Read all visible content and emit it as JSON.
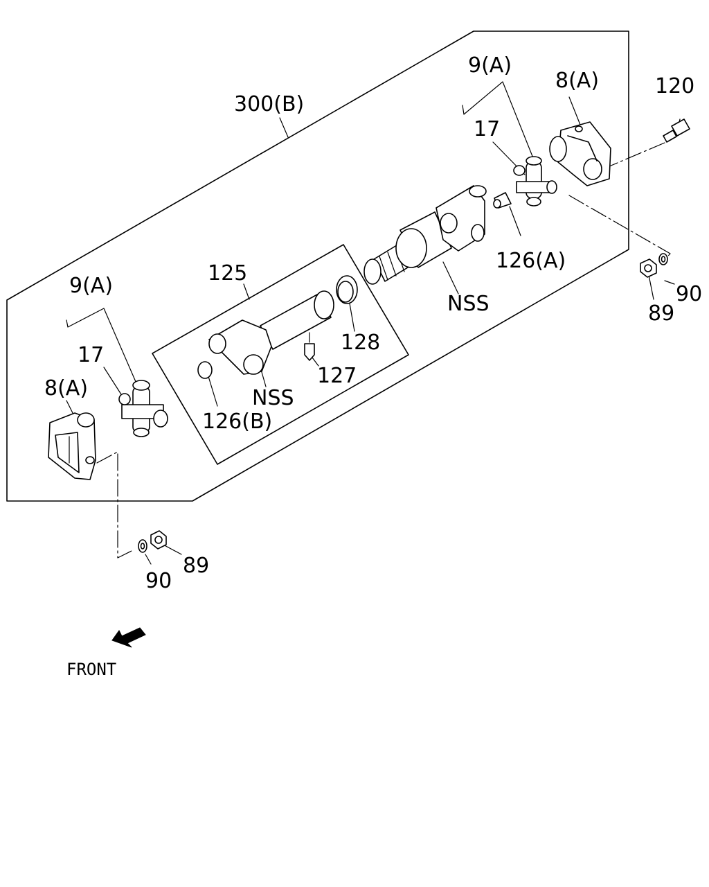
{
  "labels": {
    "assy": "300(B)",
    "spider_kit_right": "9(A)",
    "flange_yoke_right": "8(A)",
    "bolt": "120",
    "spider_right": "17",
    "grease_fitting_a": "126(A)",
    "nss_slip_yoke": "NSS",
    "nut_right": "89",
    "washer_right": "90",
    "sleeve_yoke": "125",
    "seal": "128",
    "plug": "127",
    "nss_sleeve": "NSS",
    "cap_b": "126(B)",
    "spider_kit_left": "9(A)",
    "spider_left": "17",
    "flange_yoke_left": "8(A)",
    "washer_left": "90",
    "nut_left": "89",
    "front": "FRONT"
  }
}
